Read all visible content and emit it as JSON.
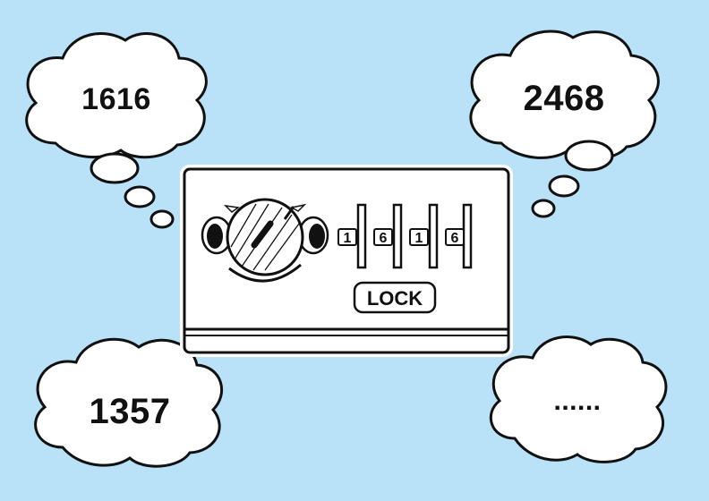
{
  "thoughts": [
    {
      "text": "1616"
    },
    {
      "text": "2468"
    },
    {
      "text": "1357"
    },
    {
      "text": "......"
    }
  ],
  "lock": {
    "digits": [
      "1",
      "6",
      "1",
      "6"
    ],
    "button_label": "LOCK"
  },
  "colors": {
    "background": "#b9e1f7",
    "panel": "#ffffff",
    "stroke": "#111111"
  }
}
